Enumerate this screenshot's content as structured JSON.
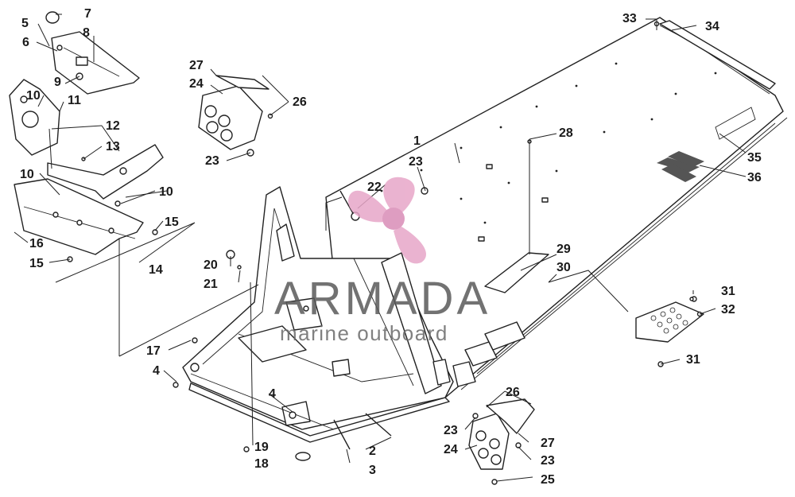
{
  "watermark": {
    "brand": "ARMADA",
    "tagline": "marine outboard",
    "colors": {
      "logo": "#e7a6c8",
      "logo_center": "#d98cb7",
      "text": "#5a5a5a"
    }
  },
  "callouts": {
    "c1": "1",
    "c2": "2",
    "c3": "3",
    "c4a": "4",
    "c4b": "4",
    "c5": "5",
    "c6": "6",
    "c7": "7",
    "c8": "8",
    "c9": "9",
    "c10a": "10",
    "c10b": "10",
    "c10c": "10",
    "c11": "11",
    "c12": "12",
    "c13": "13",
    "c14": "14",
    "c15a": "15",
    "c15b": "15",
    "c16": "16",
    "c17": "17",
    "c18": "18",
    "c19": "19",
    "c20": "20",
    "c21": "21",
    "c22": "22",
    "c23a": "23",
    "c23b": "23",
    "c23c": "23",
    "c23d": "23",
    "c24a": "24",
    "c24b": "24",
    "c25": "25",
    "c26a": "26",
    "c26b": "26",
    "c27a": "27",
    "c27b": "27",
    "c28": "28",
    "c29": "29",
    "c30": "30",
    "c31a": "31",
    "c31b": "31",
    "c32": "32",
    "c33": "33",
    "c34": "34",
    "c35": "35",
    "c36": "36"
  }
}
